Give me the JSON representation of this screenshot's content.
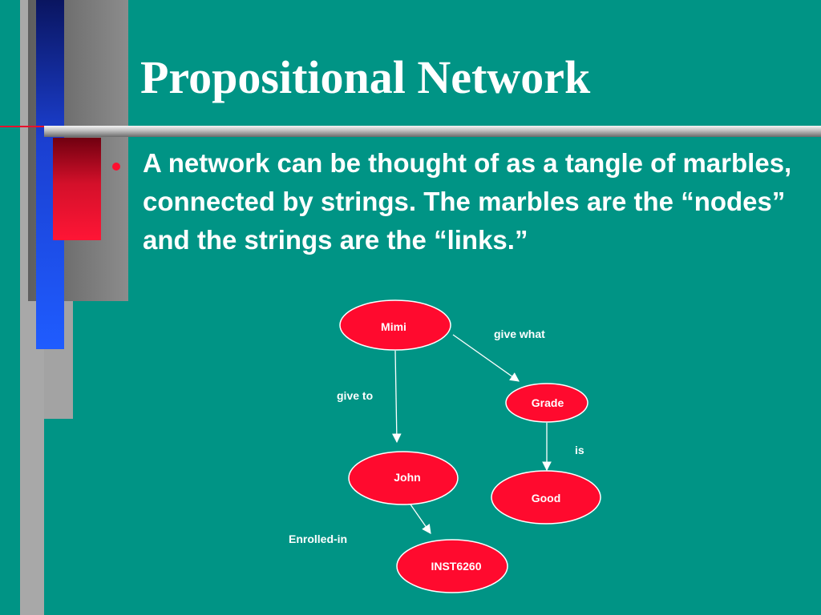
{
  "slide": {
    "title": "Propositional Network",
    "bullet": "A network can be thought of as a tangle of marbles, connected by strings.  The marbles are the “nodes” and the strings are the “links.”"
  },
  "colors": {
    "background": "#009485",
    "node_fill": "#ff0a2e",
    "text": "#ffffff",
    "accent_blue": "#1a4fff",
    "accent_red": "#e8102c"
  },
  "diagram": {
    "nodes": [
      {
        "id": "mimi",
        "label": "Mimi"
      },
      {
        "id": "grade",
        "label": "Grade"
      },
      {
        "id": "john",
        "label": "John"
      },
      {
        "id": "good",
        "label": "Good"
      },
      {
        "id": "inst",
        "label": "INST6260"
      }
    ],
    "edges": [
      {
        "from": "mimi",
        "to": "grade",
        "label": "give what"
      },
      {
        "from": "mimi",
        "to": "john",
        "label": "give to"
      },
      {
        "from": "grade",
        "to": "good",
        "label": "is"
      },
      {
        "from": "john",
        "to": "inst",
        "label": "Enrolled-in"
      }
    ]
  }
}
